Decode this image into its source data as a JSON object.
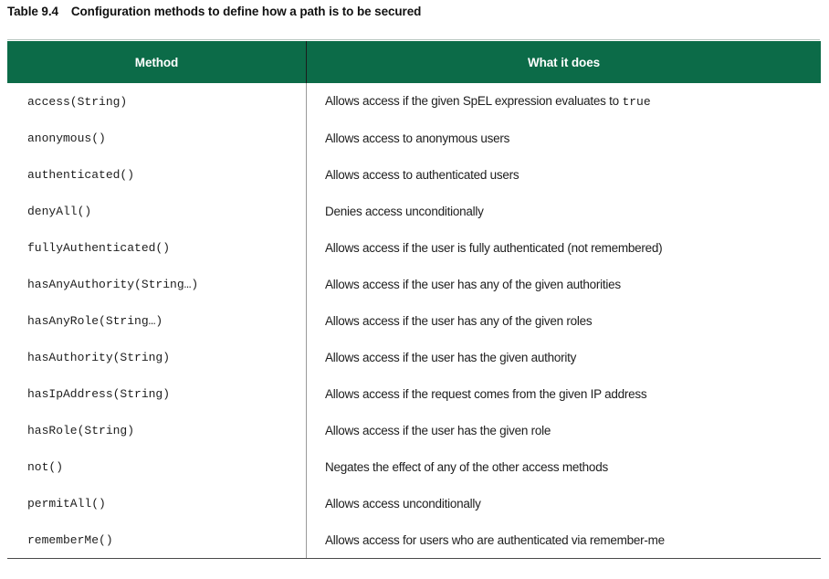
{
  "caption": {
    "number": "Table 9.4",
    "text": "Configuration methods to define how a path is to be secured"
  },
  "colors": {
    "header_background": "#0c6b48",
    "header_text": "#ffffff",
    "body_text": "#1d1d1d",
    "divider": "#9a9a9a",
    "bottom_rule": "#4a4a4a",
    "page_background": "#ffffff"
  },
  "table": {
    "columns": [
      {
        "key": "method",
        "label": "Method",
        "align": "center"
      },
      {
        "key": "description",
        "label": "What it does",
        "align": "center"
      }
    ],
    "rows": [
      {
        "method": "access(String)",
        "description_prefix": "Allows access if the given SpEL expression evaluates to ",
        "description_code": "true",
        "description_suffix": "",
        "description": "Allows access if the given SpEL expression evaluates to true"
      },
      {
        "method": "anonymous()",
        "description_prefix": "Allows access to anonymous users",
        "description_code": "",
        "description_suffix": "",
        "description": "Allows access to anonymous users"
      },
      {
        "method": "authenticated()",
        "description_prefix": "Allows access to authenticated users",
        "description_code": "",
        "description_suffix": "",
        "description": "Allows access to authenticated users"
      },
      {
        "method": "denyAll()",
        "description_prefix": "Denies access unconditionally",
        "description_code": "",
        "description_suffix": "",
        "description": "Denies access unconditionally"
      },
      {
        "method": "fullyAuthenticated()",
        "description_prefix": "Allows access if the user is fully authenticated (not remembered)",
        "description_code": "",
        "description_suffix": "",
        "description": "Allows access if the user is fully authenticated (not remembered)"
      },
      {
        "method": "hasAnyAuthority(String…)",
        "description_prefix": "Allows access if the user has any of the given authorities",
        "description_code": "",
        "description_suffix": "",
        "description": "Allows access if the user has any of the given authorities"
      },
      {
        "method": "hasAnyRole(String…)",
        "description_prefix": "Allows access if the user has any of the given roles",
        "description_code": "",
        "description_suffix": "",
        "description": "Allows access if the user has any of the given roles"
      },
      {
        "method": "hasAuthority(String)",
        "description_prefix": "Allows access if the user has the given authority",
        "description_code": "",
        "description_suffix": "",
        "description": "Allows access if the user has the given authority"
      },
      {
        "method": "hasIpAddress(String)",
        "description_prefix": "Allows access if the request comes from the given IP address",
        "description_code": "",
        "description_suffix": "",
        "description": "Allows access if the request comes from the given IP address"
      },
      {
        "method": "hasRole(String)",
        "description_prefix": "Allows access if the user has the given role",
        "description_code": "",
        "description_suffix": "",
        "description": "Allows access if the user has the given role"
      },
      {
        "method": "not()",
        "description_prefix": "Negates the effect of any of the other access methods",
        "description_code": "",
        "description_suffix": "",
        "description": "Negates the effect of any of the other access methods"
      },
      {
        "method": "permitAll()",
        "description_prefix": "Allows access unconditionally",
        "description_code": "",
        "description_suffix": "",
        "description": "Allows access unconditionally"
      },
      {
        "method": "rememberMe()",
        "description_prefix": "Allows access for users who are authenticated via remember-me",
        "description_code": "",
        "description_suffix": "",
        "description": "Allows access for users who are authenticated via remember-me"
      }
    ]
  }
}
